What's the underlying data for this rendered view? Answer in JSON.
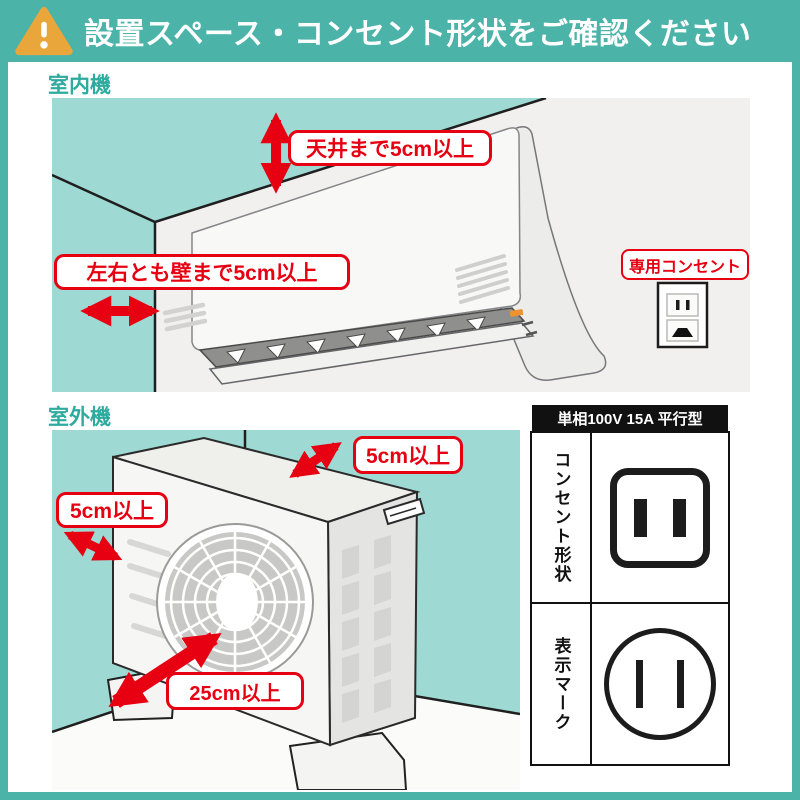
{
  "colors": {
    "frame_teal": "#4bb3a8",
    "illustration_teal": "#9edad3",
    "accent_red": "#e60012",
    "warning_orange": "#e9a63a",
    "section_label_teal": "#2faa9e",
    "table_black": "#111111"
  },
  "header": {
    "title": "設置スペース・コンセント形状をご確認ください",
    "warning_icon": "exclamation-triangle"
  },
  "indoor": {
    "section_label": "室内機",
    "labels": {
      "ceiling": "天井まで5cm以上",
      "sides": "左右とも壁まで5cm以上",
      "outlet": "専用コンセント"
    }
  },
  "outdoor": {
    "section_label": "室外機",
    "labels": {
      "top": "5cm以上",
      "back": "5cm以上",
      "front": "25cm以上"
    }
  },
  "spec_table": {
    "header": "単相100V 15A 平行型",
    "rows": [
      {
        "label": "コンセント形状",
        "icon": "parallel-outlet-shape"
      },
      {
        "label": "表示マーク",
        "icon": "parallel-plug-mark"
      }
    ]
  }
}
